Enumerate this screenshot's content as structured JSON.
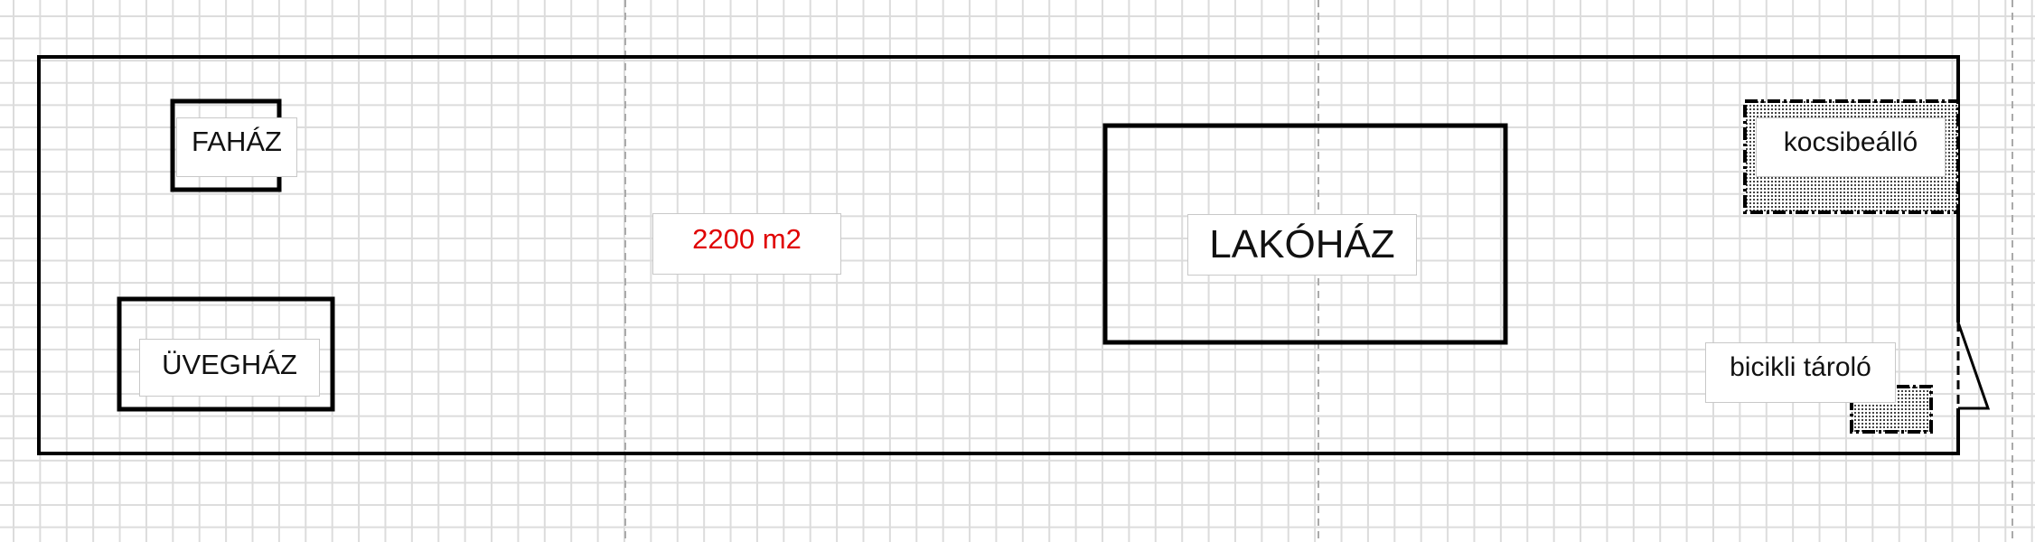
{
  "plot": {
    "area_label": "2200 m2",
    "buildings": {
      "fahaz": "FAHÁZ",
      "uveghaz": "ÜVEGHÁZ",
      "lakohaz": "LAKÓHÁZ",
      "kocsibeallo": "kocsibeálló",
      "bicikli": "bicikli tároló"
    }
  },
  "colors": {
    "area_label": "#e00000",
    "walls": "#000000"
  }
}
